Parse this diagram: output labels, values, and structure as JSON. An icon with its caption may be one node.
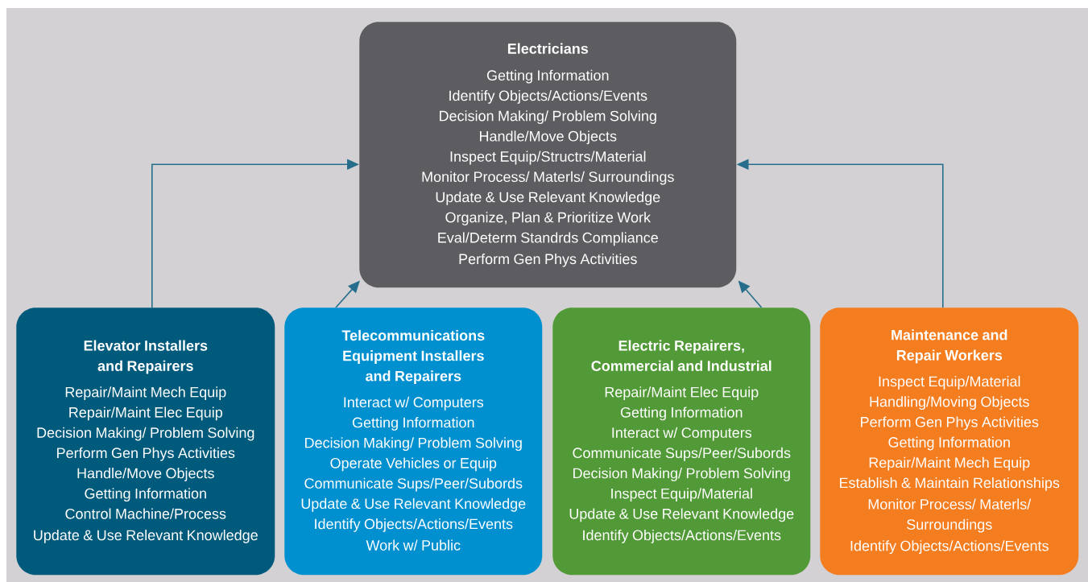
{
  "diagram": {
    "nodes": [
      {
        "text": [
          "Electricians",
          "Getting Information",
          "Identify Objects/Actions/Events",
          "Decision Making/ Problem Solving",
          "Handle/Move Objects",
          "Inspect Equip/Structrs/Material",
          "Monitor Process/ Materls/ Surroundings",
          "Update & Use Relevant Knowledge",
          "Organize, Plan & Prioritize Work",
          "Eval/Determ Standrds Compliance",
          "Perform Gen Phys Activities"
        ]
      },
      {
        "text": [
          "Elevator Installers and Repairers",
          "Repair/Maint Mech Equip",
          "Repair/Maint Elec Equip",
          "Decision Making/ Problem Solving",
          "Perform Gen Phys Activities",
          "Handle/Move Objects",
          "Getting Information",
          "Control Machine/Process",
          "Update & Use Relevant Knowledge"
        ]
      },
      {
        "text": [
          "Telecommunications Equipment Installers and Repairers",
          "Interact w/ Computers",
          "Getting Information",
          "Decision Making/ Problem Solving",
          "Operate Vehicles or Equip",
          "Communicate Sups/Peer/Subords",
          "Update & Use Relevant Knowledge",
          "Identify Objects/Actions/Events",
          "Work w/ Public"
        ]
      },
      {
        "text": [
          "Electric Repairers, Commercial and Industrial",
          "Repair/Maint Elec Equip",
          "Getting Information",
          "Interact w/ Computers",
          "Communicate Sups/Peer/Subords",
          "Decision Making/ Problem Solving",
          "Inspect Equip/Material",
          "Update & Use Relevant Knowledge",
          "Identify Objects/Actions/Events"
        ]
      },
      {
        "text": [
          "Maintenance and Repair Workers",
          "Inspect Equip/Material",
          "Handling/Moving Objects",
          "Perform Gen Phys Activities",
          "Getting Information",
          "Repair/Maint Mech Equip",
          "Establish & Maintain Relationships",
          "Monitor Process/ Materls/ Surroundings",
          "Identify Objects/Actions/Events"
        ]
      }
    ],
    "edges": [
      {
        "from": 1,
        "to": 0,
        "arrow": "to"
      },
      {
        "from": 2,
        "to": 0,
        "arrow": "to"
      },
      {
        "from": 3,
        "to": 0,
        "arrow": "to"
      },
      {
        "from": 4,
        "to": 0,
        "arrow": "to"
      }
    ]
  }
}
